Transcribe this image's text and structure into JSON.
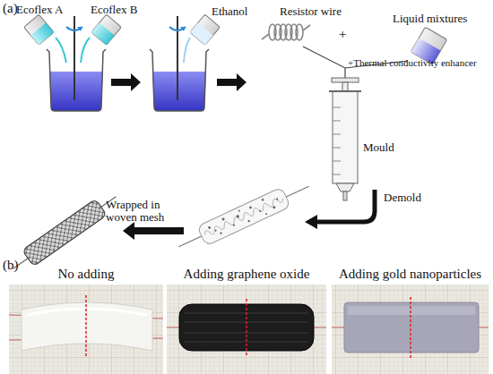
{
  "diagram": {
    "nodes": [
      {
        "text": [
          "No adding"
        ]
      },
      {
        "text": [
          "Adding graphene oxide"
        ]
      },
      {
        "text": [
          "Adding gold nanoparticles"
        ]
      }
    ],
    "labels": [
      "(a)",
      "Ecoflex A",
      "Ecoflex B",
      "Ethanol",
      "Resistor wire",
      "+",
      "Liquid mixtures",
      "+Thermal conductivity enhancer",
      "Mould",
      "Demold",
      "Wrapped in woven mesh",
      "(b)"
    ]
  }
}
